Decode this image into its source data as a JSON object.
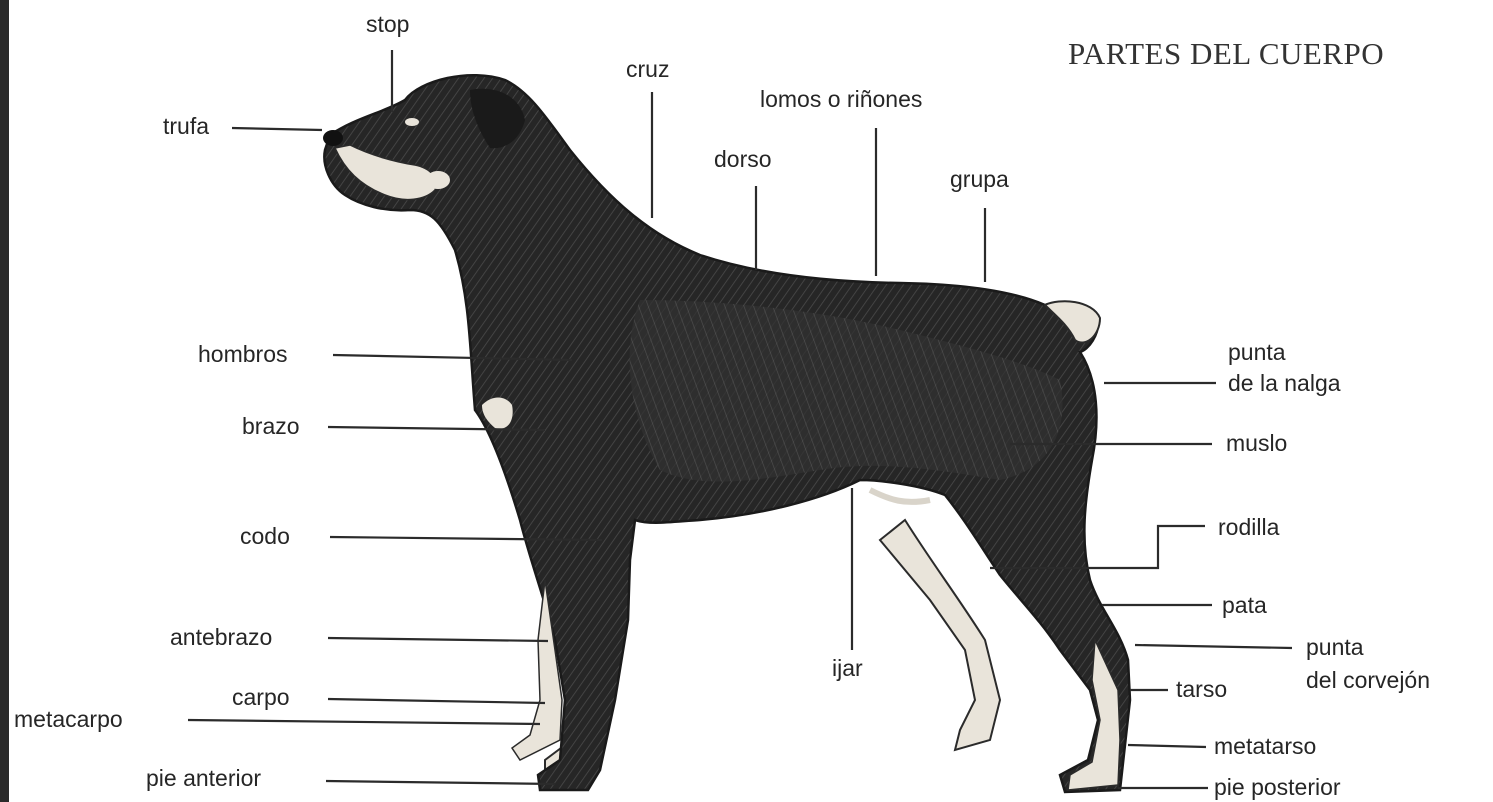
{
  "title": "PARTES DEL CUERPO",
  "labels": {
    "stop": "stop",
    "trufa": "trufa",
    "cruz": "cruz",
    "lomos": "lomos o riñones",
    "dorso": "dorso",
    "grupa": "grupa",
    "hombros": "hombros",
    "brazo": "brazo",
    "codo": "codo",
    "antebrazo": "antebrazo",
    "carpo": "carpo",
    "metacarpo": "metacarpo",
    "pie_anterior": "pie anterior",
    "punta_nalga_1": "punta",
    "punta_nalga_2": "de la nalga",
    "muslo": "muslo",
    "rodilla": "rodilla",
    "pata": "pata",
    "punta_corvejon_1": "punta",
    "punta_corvejon_2": "del corvejón",
    "tarso": "tarso",
    "metatarso": "metatarso",
    "pie_posterior": "pie posterior",
    "ijar": "ijar"
  },
  "colors": {
    "coat_dark": "#232323",
    "coat_mid": "#3a3a3a",
    "tan_markings": "#e9e4da",
    "line": "#2b2b2b"
  }
}
